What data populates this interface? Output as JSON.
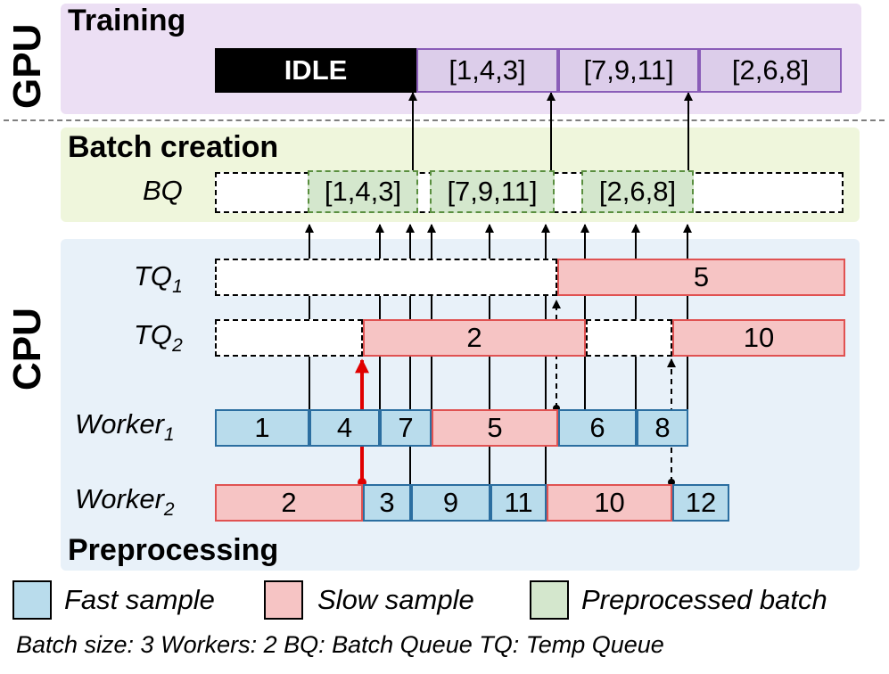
{
  "labels": {
    "gpu": "GPU",
    "cpu": "CPU",
    "training": "Training",
    "batch_creation": "Batch creation",
    "preprocessing": "Preprocessing",
    "bq": "BQ",
    "tq": "TQ",
    "tq1_sub": "1",
    "tq2_sub": "2",
    "worker": "Worker",
    "worker1_sub": "1",
    "worker2_sub": "2"
  },
  "training": {
    "idle": "IDLE",
    "batches": [
      "[1,4,3]",
      "[7,9,11]",
      "[2,6,8]"
    ]
  },
  "batch_queue": [
    "[1,4,3]",
    "[7,9,11]",
    "[2,6,8]"
  ],
  "temp_queue_1": [
    "5"
  ],
  "temp_queue_2": [
    "2",
    "10"
  ],
  "worker_1": [
    "1",
    "4",
    "7",
    "5",
    "6",
    "8"
  ],
  "worker_2": [
    "2",
    "3",
    "9",
    "11",
    "10",
    "12"
  ],
  "legend": {
    "fast": "Fast sample",
    "slow": "Slow sample",
    "batch": "Preprocessed batch"
  },
  "caption": "Batch size: 3  Workers: 2  BQ: Batch Queue  TQ: Temp Queue",
  "colors": {
    "fast": "#b9dcec",
    "slow": "#f6c4c4",
    "batch": "#d4e7cd",
    "training": "#dccdea",
    "highlight_arrow": "#e00000"
  }
}
